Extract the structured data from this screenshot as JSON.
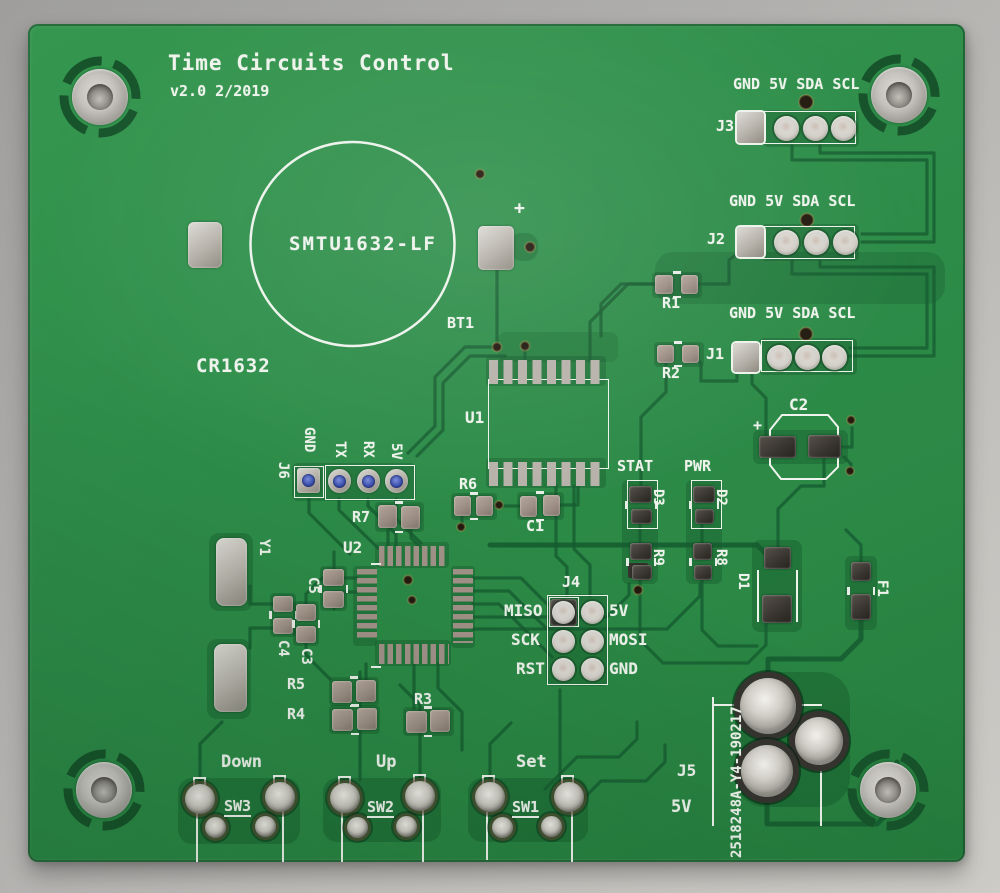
{
  "header": {
    "title": "Time Circuits Control",
    "version": "v2.0 2/2019"
  },
  "battery": {
    "holder_text": "SMTU1632-LF",
    "type": "CR1632",
    "ref": "BT1",
    "plus": "+"
  },
  "headers_i2c": {
    "pin_row": "GND 5V SDA SCL",
    "j3": "J3",
    "j2": "J2",
    "j1": "J1"
  },
  "refs": {
    "r1": "R1",
    "r2": "R2",
    "r3": "R3",
    "r4": "R4",
    "r5": "R5",
    "r6": "R6",
    "r7": "R7",
    "r8": "R8",
    "r9": "R9",
    "c1": "C1",
    "c2": "C2",
    "c2_plus": "+",
    "c3": "C3",
    "c4": "C4",
    "c5": "C5",
    "u1": "U1",
    "u2": "U2",
    "y1": "Y1",
    "d1": "D1",
    "f1": "F1"
  },
  "uart": {
    "ref": "J6",
    "pins": [
      "GND",
      "TX",
      "RX",
      "5V"
    ]
  },
  "isp": {
    "ref": "J4",
    "left": [
      "MISO",
      "SCK",
      "RST"
    ],
    "right": [
      "5V",
      "MOSI",
      "GND"
    ]
  },
  "leds": {
    "stat_label": "STAT",
    "pwr_label": "PWR",
    "stat_ref": "D3",
    "pwr_ref": "D2"
  },
  "power": {
    "ref": "J5",
    "voltage": "5V"
  },
  "switches": [
    {
      "label": "Down",
      "ref": "SW3"
    },
    {
      "label": "Up",
      "ref": "SW2"
    },
    {
      "label": "Set",
      "ref": "SW1"
    }
  ],
  "board_id": "2518248A-Y4-190217"
}
